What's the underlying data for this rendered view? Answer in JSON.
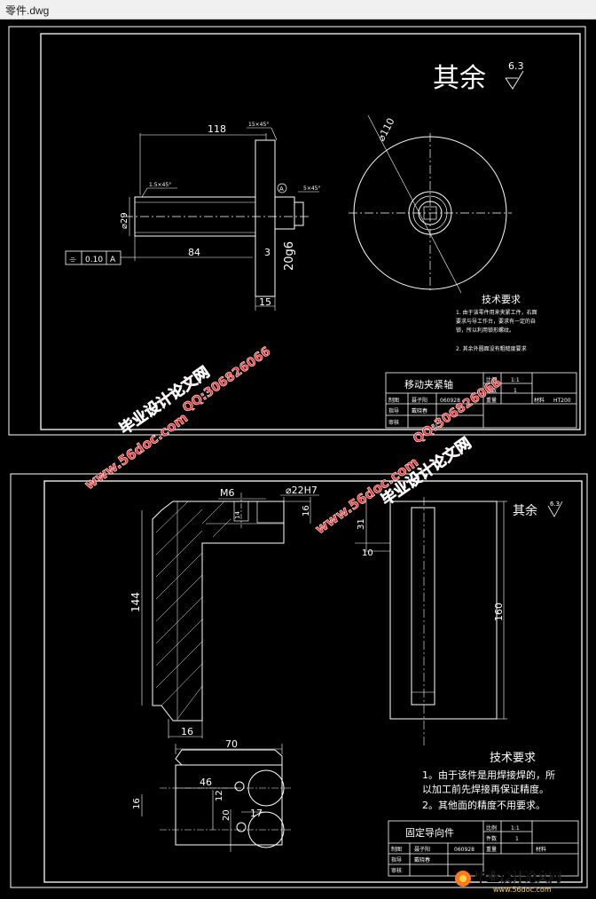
{
  "window": {
    "title": "零件.dwg"
  },
  "sheet1": {
    "rest_finish": "其余",
    "rest_roughness": "6.3",
    "dims": {
      "d118": "118",
      "d84": "84",
      "d3": "3",
      "d15": "15",
      "d29": "⌀29",
      "d20g6": "20g6",
      "d110": "⌀110",
      "ch15": "1.5×45°",
      "ch15b": "15×45°",
      "ch5": "5×45°",
      "datum": "A"
    },
    "tolerance": {
      "symbol": "⌯",
      "value": "0.10",
      "datum": "A"
    },
    "notes_title": "技术要求",
    "notes": [
      "1. 由于该零件用来夹紧工件，右面",
      "要求与导工作台，要求有一定的自",
      "锁，所以利用锁形螺纹。",
      "2. 其余外圆面没有粗糙度要求"
    ],
    "title_block": {
      "part_name": "移动夹紧轴",
      "scale_label": "比例",
      "scale": "1:1",
      "count_label": "件数",
      "count": "1",
      "weight_label": "重量",
      "material_label": "材料",
      "material": "HT200",
      "draw_label": "制图",
      "drawer": "聂子阳",
      "drawer_no": "060928",
      "check_label": "指导",
      "checker": "戴晓春",
      "review_label": "审核"
    }
  },
  "sheet2": {
    "rest_finish": "其余",
    "rest_roughness": "6.3",
    "dims": {
      "m6": "M6",
      "d22h7": "⌀22H7",
      "d16a": "16",
      "d144": "144",
      "d16b": "16",
      "d31": "31",
      "d10": "10",
      "d160": "160",
      "d70": "70",
      "d46": "46",
      "d16c": "16",
      "d12": "12",
      "d20": "20",
      "d17": "17",
      "d14": "14"
    },
    "notes_title": "技术要求",
    "notes": [
      "1。由于该件是用焊接焊的，所",
      "以加工前先焊接再保证精度。",
      "2。其他面的精度不用要求。"
    ],
    "title_block": {
      "part_name": "固定导向件",
      "scale_label": "比例",
      "scale": "1:1",
      "count_label": "件数",
      "count": "1",
      "weight_label": "重量",
      "material_label": "材料",
      "draw_label": "制图",
      "drawer": "聂子阳",
      "drawer_no": "060928",
      "check_label": "指导",
      "checker": "戴晓春",
      "review_label": "审核"
    }
  },
  "watermarks": {
    "site": "www.56doc.com",
    "brand": "毕业设计论文网",
    "qq": "QQ:306826066",
    "logo_text": "毕业设计论文网",
    "logo_url": "www.56doc.com"
  },
  "colors": {
    "line": "#ffffff",
    "dim": "#ffffff",
    "accent_red": "#ff2a2a",
    "titlebar": "#f0f0f0"
  }
}
